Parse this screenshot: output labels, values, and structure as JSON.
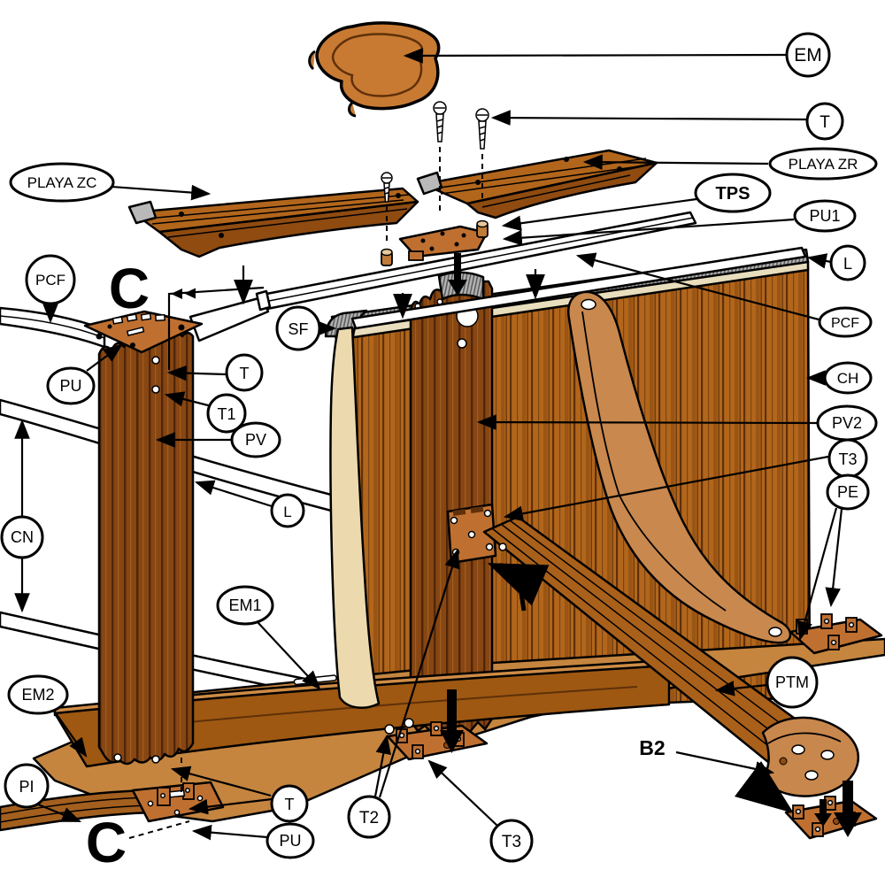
{
  "labels": {
    "em": "EM",
    "t_top": "T",
    "playa_zc": "PLAYA ZC",
    "playa_zr": "PLAYA ZR",
    "tps": "TPS",
    "pu1": "PU1",
    "l_top": "L",
    "pcf_left": "PCF",
    "pcf_right": "PCF",
    "c_top": "C",
    "sf": "SF",
    "pu_top": "PU",
    "t_post": "T",
    "t1": "T1",
    "pv": "PV",
    "l_mid": "L",
    "cn": "CN",
    "ch": "CH",
    "pv2": "PV2",
    "t3_right": "T3",
    "pe": "PE",
    "em1": "EM1",
    "em2": "EM2",
    "ptm": "PTM",
    "b2": "B2",
    "pi": "PI",
    "t_bottom": "T",
    "pu_bottom": "PU",
    "c_bottom": "C",
    "t2": "T2",
    "t3_bottom": "T3"
  },
  "colors": {
    "wood_mid": "#b2661c",
    "wood_dark": "#8f4b10",
    "plank_groove": "#5f3009",
    "copper_plate": "#bf7031",
    "gusset_tan": "#c8884e",
    "liner_cream": "#ecd9ae",
    "steel_grey": "#b0b0b0",
    "outline": "#000000",
    "background": "#ffffff"
  }
}
